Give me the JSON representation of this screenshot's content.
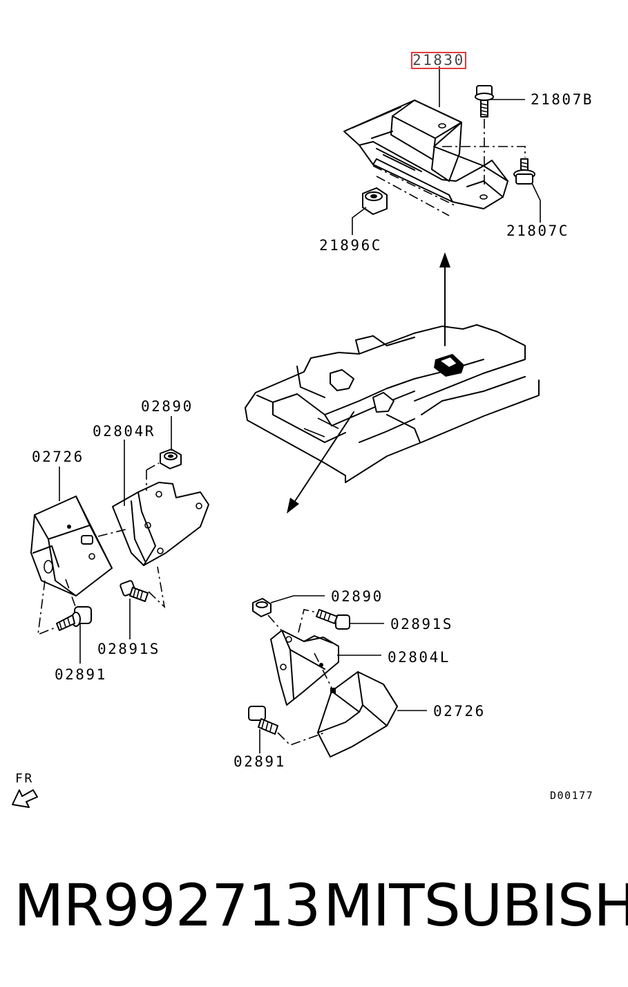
{
  "labels": {
    "transmission_mount": "21830",
    "bolt_top": "21807B",
    "bolt_right": "21807C",
    "nut_mount": "21896C",
    "nut_left_bracket": "02890",
    "bracket_right": "02804R",
    "insulator_left": "02726",
    "bolt_left_small": "02891S",
    "bolt_left": "02891",
    "nut_lower": "02890",
    "bolt_lower_small": "02891S",
    "bracket_left": "02804L",
    "insulator_lower": "02726",
    "bolt_lower": "02891",
    "front_indicator": "FR",
    "diagram_code": "D00177"
  },
  "caption": {
    "part_number": "MR992713",
    "brand": "MITSUBISHI"
  },
  "highlight_color": "#e23a3a"
}
